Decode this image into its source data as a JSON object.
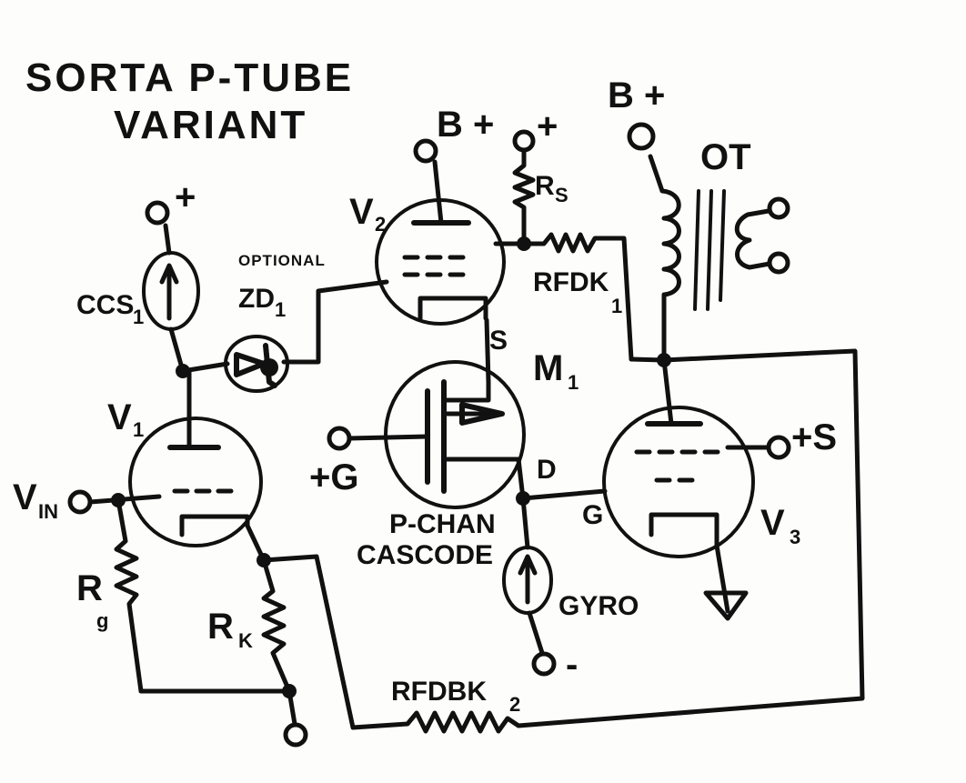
{
  "title": {
    "line1": "SORTA P-TUBE",
    "line2": "VARIANT"
  },
  "labels": {
    "ccs": "CCS",
    "ccs_sub": "1",
    "optional": "OPTIONAL",
    "zd": "ZD",
    "zd_sub": "1",
    "v1": "V",
    "v1_sub": "1",
    "v2": "V",
    "v2_sub": "2",
    "v3": "V",
    "v3_sub": "3",
    "m1": "M",
    "m1_sub": "1",
    "vin": "V",
    "vin_sub": "IN",
    "rg": "R",
    "rg_sub": "g",
    "rk": "R",
    "rk_sub": "K",
    "rs": "R",
    "rs_sub": "S",
    "rfdbk1": "RFDK",
    "rfdbk1_sub": "1",
    "rfdbk2": "RFDBK",
    "rfdbk2_sub": "2",
    "ot": "OT",
    "bplus_1": "B +",
    "bplus_2": "B +",
    "plus_ccs": "+",
    "plus_rs": "+",
    "s_node": "S",
    "d_node": "D",
    "g_node": "G",
    "plus_g": "+G",
    "plus_s": "+S",
    "minus": "-",
    "pchan_1": "P-CHAN",
    "pchan_2": "CASCODE",
    "gyro": "GYRO"
  }
}
